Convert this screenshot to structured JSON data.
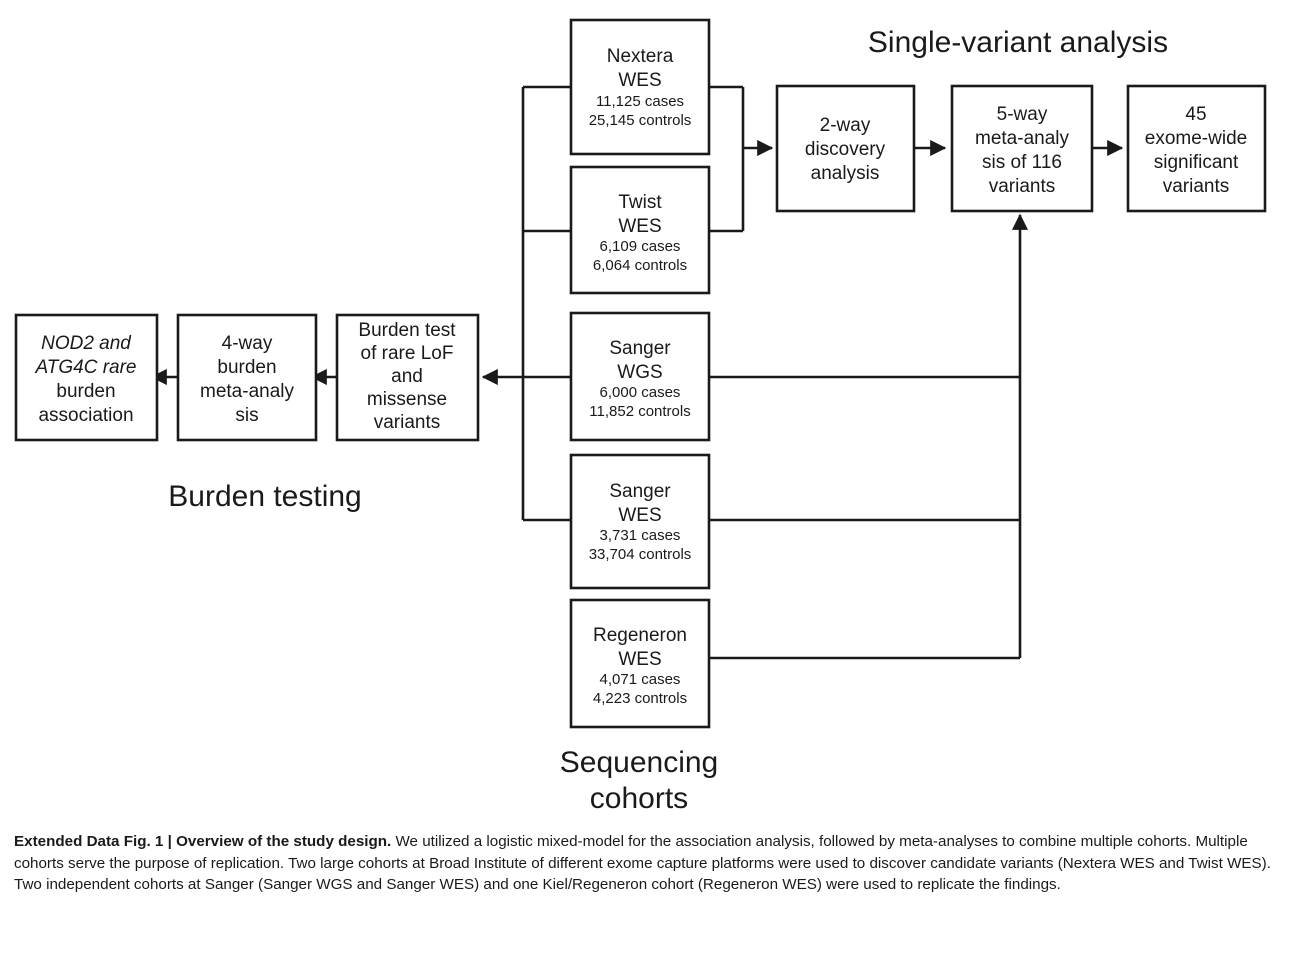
{
  "figure": {
    "section_titles": {
      "single_variant": "Single-variant analysis",
      "burden_testing": "Burden testing",
      "sequencing_cohorts_line1": "Sequencing",
      "sequencing_cohorts_line2": "cohorts"
    },
    "cohorts": [
      {
        "id": "nextera-wes",
        "name_line1": "Nextera",
        "name_line2": "WES",
        "cases": "11,125 cases",
        "controls": "25,145 controls"
      },
      {
        "id": "twist-wes",
        "name_line1": "Twist",
        "name_line2": "WES",
        "cases": "6,109 cases",
        "controls": "6,064 controls"
      },
      {
        "id": "sanger-wgs",
        "name_line1": "Sanger",
        "name_line2": "WGS",
        "cases": "6,000 cases",
        "controls": "11,852 controls"
      },
      {
        "id": "sanger-wes",
        "name_line1": "Sanger",
        "name_line2": "WES",
        "cases": "3,731 cases",
        "controls": "33,704 controls"
      },
      {
        "id": "regeneron-wes",
        "name_line1": "Regeneron",
        "name_line2": "WES",
        "cases": "4,071 cases",
        "controls": "4,223 controls"
      }
    ],
    "single_variant_steps": [
      {
        "id": "two-way-discovery",
        "lines": [
          "2-way",
          "discovery",
          "analysis"
        ]
      },
      {
        "id": "five-way-meta",
        "lines": [
          "5-way",
          "meta-analy",
          "sis of 116",
          "variants"
        ]
      },
      {
        "id": "exome-wide-significant",
        "lines": [
          "45",
          "exome-wide",
          "significant",
          "variants"
        ]
      }
    ],
    "burden_steps": [
      {
        "id": "burden-association-result",
        "lines": [
          "NOD2 and",
          "ATG4C rare",
          "burden",
          "association"
        ],
        "italic_lines": [
          0,
          1
        ]
      },
      {
        "id": "four-way-burden-meta",
        "lines": [
          "4-way",
          "burden",
          "meta-analy",
          "sis"
        ]
      },
      {
        "id": "burden-test-rare-variants",
        "lines": [
          "Burden test",
          "of rare LoF",
          "and",
          "missense",
          "variants"
        ]
      }
    ],
    "colors": {
      "stroke": "#1a1a1a",
      "background": "#ffffff"
    }
  },
  "caption": {
    "label": "Extended Data Fig. 1 | Overview of the study design.",
    "body": " We utilized a logistic mixed-model for the association analysis, followed by meta-analyses to combine multiple cohorts. Multiple cohorts serve the purpose of replication. Two large cohorts at Broad Institute of different exome capture platforms were used to discover candidate variants (Nextera WES and Twist WES). Two independent cohorts at Sanger (Sanger WGS and Sanger WES) and one Kiel/Regeneron cohort (Regeneron WES) were used to replicate the findings."
  }
}
